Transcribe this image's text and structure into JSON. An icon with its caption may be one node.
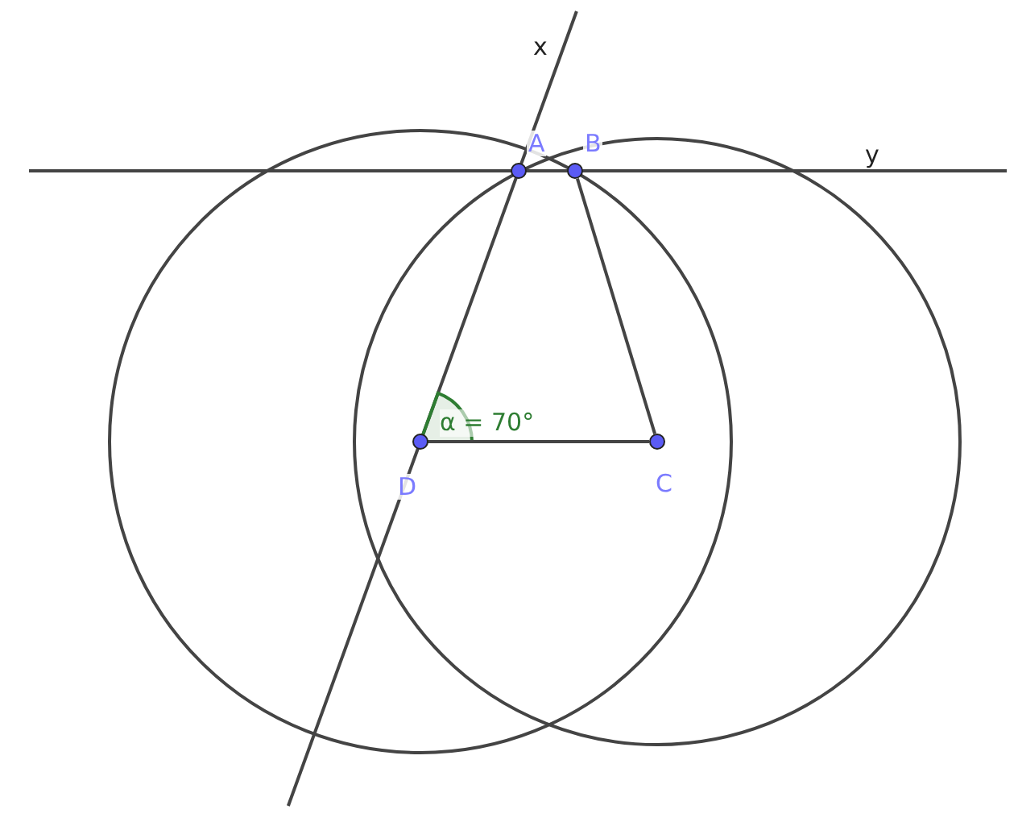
{
  "diagram": {
    "nodes": [
      {
        "text": [],
        "shape": "circle",
        "beside": [
          "A"
        ]
      },
      {
        "text": [],
        "shape": "circle",
        "beside": [
          "B"
        ]
      },
      {
        "text": [],
        "shape": "circle",
        "beside": [
          "C"
        ]
      },
      {
        "text": [],
        "shape": "circle",
        "beside": [
          "D"
        ]
      }
    ],
    "edges": [
      {
        "from": 1,
        "to": 2,
        "arrow": "none"
      },
      {
        "from": 3,
        "to": 2,
        "arrow": "none"
      }
    ],
    "labels": [
      "x",
      "y",
      "α = 70°"
    ]
  }
}
